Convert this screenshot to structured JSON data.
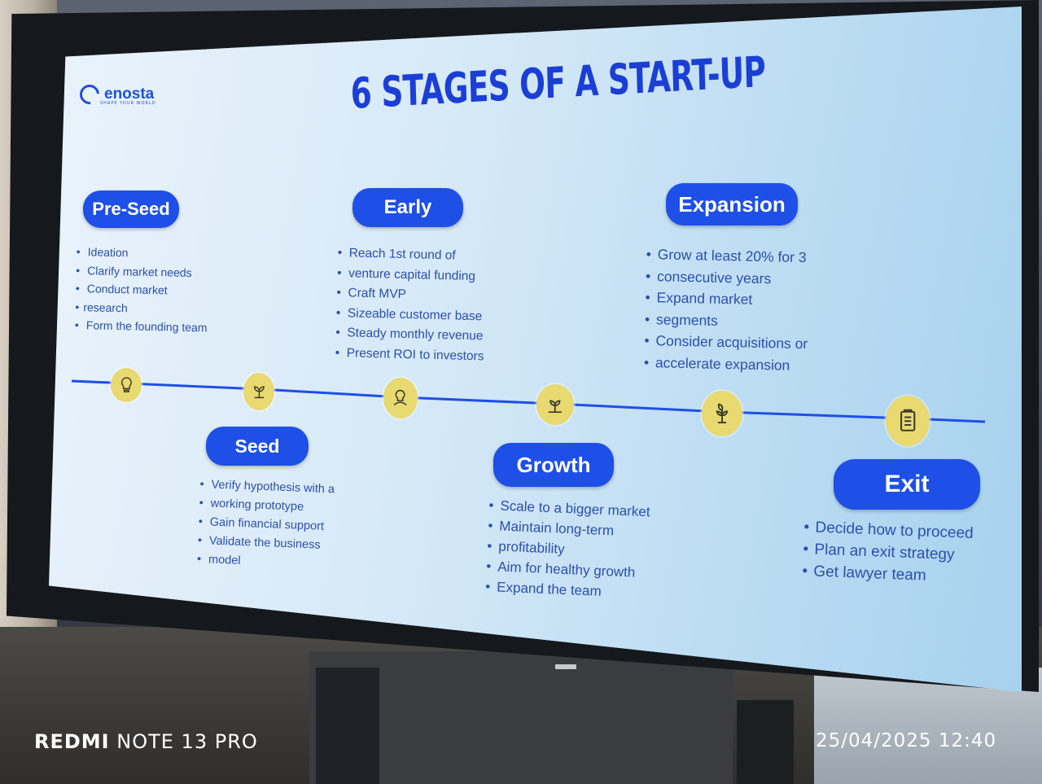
{
  "slide": {
    "logo": {
      "name": "enosta",
      "tagline": "SHAPE YOUR WORLD"
    },
    "title": "6 STAGES OF A START-UP",
    "stages": [
      {
        "label": "Pre-Seed",
        "items": [
          "Ideation",
          "Clarify market needs",
          "Conduct market",
          "research",
          "Form the founding team"
        ]
      },
      {
        "label": "Seed",
        "items": [
          "Verify hypothesis with a",
          "working prototype",
          "Gain financial support",
          "Validate the business",
          "model"
        ]
      },
      {
        "label": "Early",
        "items": [
          "Reach 1st round of",
          "venture capital funding",
          "Craft MVP",
          "Sizeable customer base",
          "Steady monthly revenue",
          "Present ROI to investors"
        ]
      },
      {
        "label": "Growth",
        "items": [
          "Scale to a bigger market",
          "Maintain long-term",
          "profitability",
          "Aim for healthy growth",
          "Expand the team"
        ]
      },
      {
        "label": "Expansion",
        "items": [
          "Grow at least 20% for 3",
          "consecutive years",
          "Expand market",
          "segments",
          "Consider acquisitions or",
          "accelerate expansion"
        ]
      },
      {
        "label": "Exit",
        "items": [
          "Decide how to proceed",
          "Plan an exit strategy",
          "Get lawyer team"
        ]
      }
    ],
    "timeline_icons": [
      "lightbulb-icon",
      "seedling-icon",
      "idea-hand-icon",
      "sprout-icon",
      "plant-icon",
      "clipboard-icon"
    ],
    "colors": {
      "accent": "#1e4fe6",
      "title": "#1b3fd6",
      "node": "#e8d970",
      "text": "#2b4fae"
    }
  },
  "camera_watermark": {
    "brand": "REDMI",
    "model": "NOTE 13 PRO",
    "datetime": "25/04/2025 12:40"
  }
}
